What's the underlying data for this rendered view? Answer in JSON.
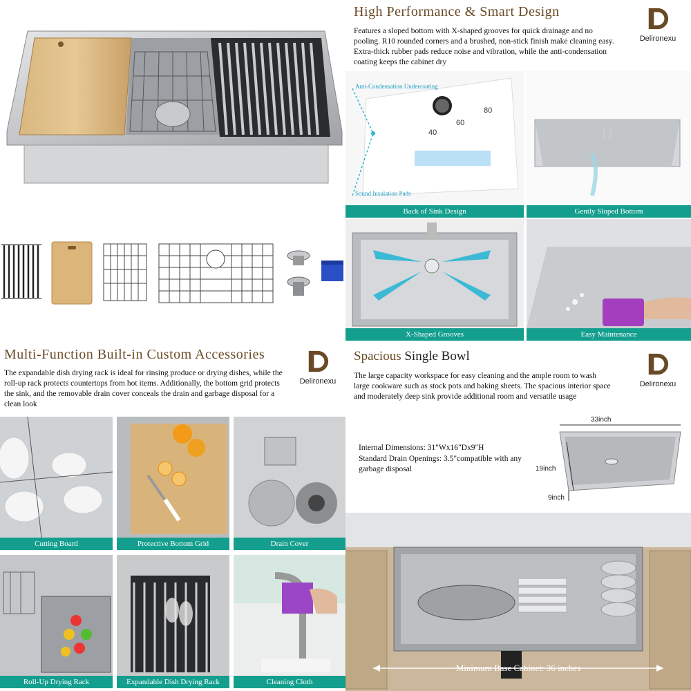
{
  "brand": {
    "name": "Delironexu",
    "color": "#6a4a26"
  },
  "accent": "#149e8e",
  "section_performance": {
    "title": "High Performance & Smart Design",
    "description": "Features a sloped bottom with X-shaped grooves for quick drainage and no pooling. R10 rounded corners and a brushed, non-stick finish make cleaning easy. Extra-thick rubber pads reduce noise and vibration, while the anti-condensation coating keeps the cabinet dry",
    "back_labels": {
      "anti_condensation": "Anti-Condensation Undercoating",
      "sound_pads": "Sound Insulation Pads",
      "mark_40": "40",
      "mark_60": "60",
      "mark_80": "80"
    },
    "panels": [
      {
        "caption": "Back of Sink Design"
      },
      {
        "caption": "Gently Sloped Bottom"
      },
      {
        "caption": "X-Shaped Grooves"
      },
      {
        "caption": "Easy Maintenance"
      }
    ]
  },
  "section_accessories": {
    "title": "Multi-Function Built-in Custom Accessories",
    "description": "The expandable dish drying rack is ideal for rinsing produce or drying dishes, while the roll-up rack protects countertops from hot items. Additionally, the bottom grid protects the sink, and the removable drain cover conceals the drain and garbage disposal for a clean look",
    "panels": [
      {
        "caption": "Cutting Board"
      },
      {
        "caption": "Protective Bottom Grid"
      },
      {
        "caption": "Drain Cover"
      },
      {
        "caption": "Roll-Up Drying Rack"
      },
      {
        "caption": "Expandable Dish Drying Rack"
      },
      {
        "caption": "Cleaning Cloth"
      }
    ]
  },
  "section_bowl": {
    "title_part1": "Spacious",
    "title_part2": "Single Bowl",
    "description": "The large capacity workspace for easy cleaning and the ample room to wash large cookware such as stock pots and baking sheets. The spacious interior space and moderately deep sink provide additional room and versatile usage",
    "spec_internal": "Internal Dimensions: 31\"Wx16\"Dx9\"H",
    "spec_drain": "Standard Drain Openings: 3.5\"compatible with any garbage disposal",
    "dim_width": "33inch",
    "dim_depth": "19inch",
    "dim_height": "9inch",
    "cabinet_label": "Minimum Base Cabinet: 36 inches"
  }
}
